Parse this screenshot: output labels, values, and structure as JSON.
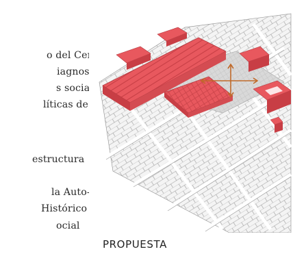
{
  "paragraph_lines": [
    "o del Cen-",
    "iagnosticó",
    "s sociales,",
    "líticas de",
    "estructura",
    "la Auto-",
    "Histórico",
    "ocial"
  ],
  "figure": {
    "caption": "PROPUESTA",
    "colors": {
      "proposal": "#e8585e",
      "proposal_dark": "#c83e45",
      "ground": "#ededed",
      "outline": "#8a8a8a",
      "arrow": "#c06a2a"
    }
  }
}
